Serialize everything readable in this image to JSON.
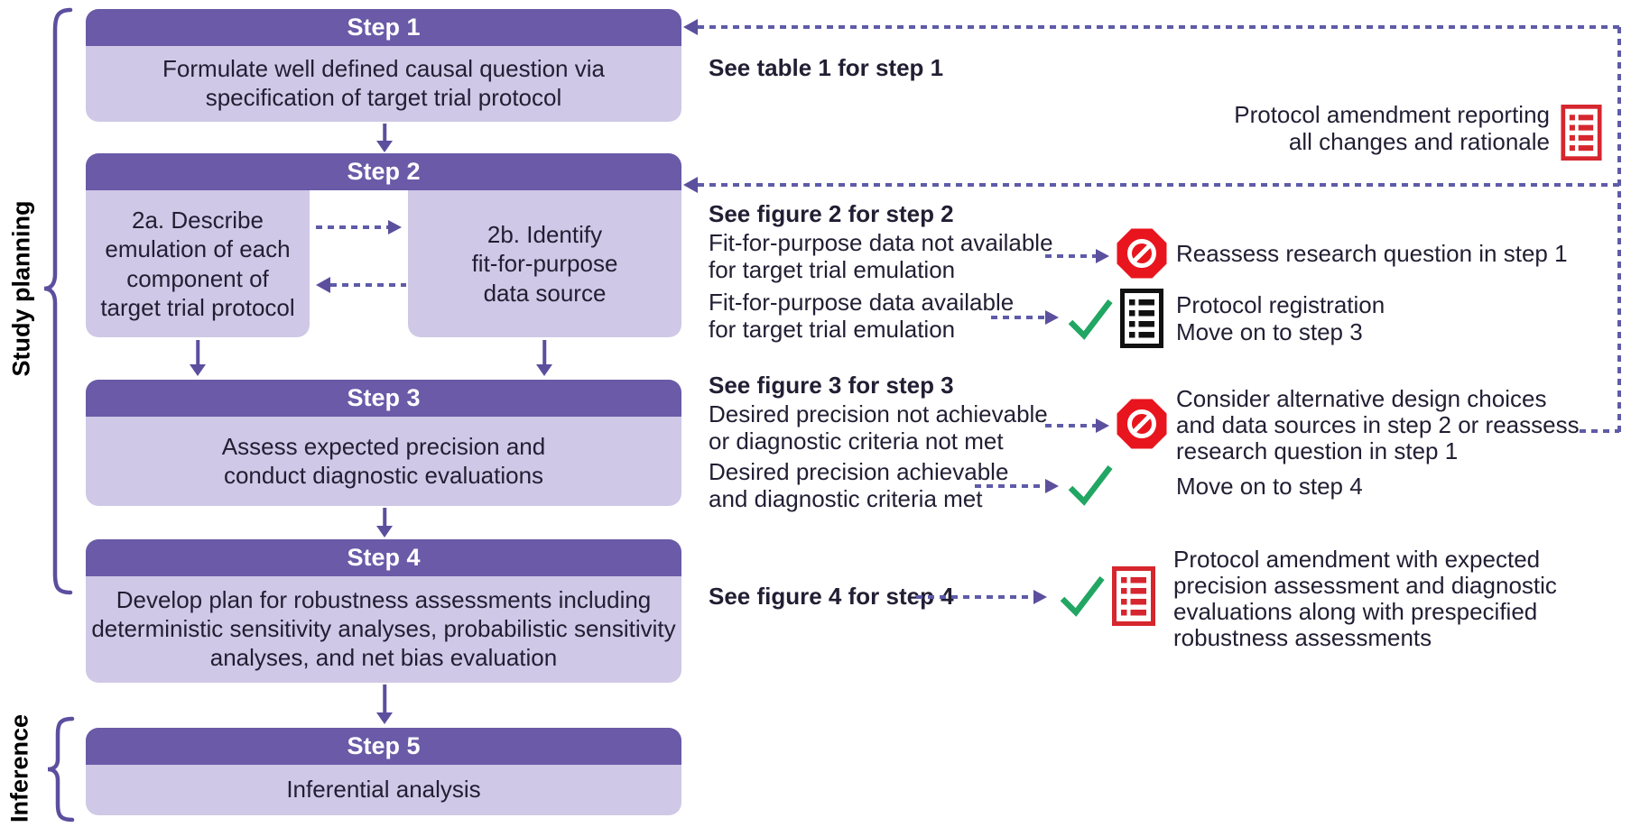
{
  "labels": {
    "planning": "Study planning",
    "inference": "Inference"
  },
  "steps": {
    "s1": {
      "title": "Step 1",
      "body": "Formulate well defined causal question via\nspecification of target trial protocol"
    },
    "s2": {
      "title": "Step 2",
      "a": "2a. Describe\nemulation of each\ncomponent of\ntarget trial protocol",
      "b": "2b. Identify\nfit-for-purpose\ndata source"
    },
    "s3": {
      "title": "Step 3",
      "body": "Assess expected precision and\nconduct diagnostic evaluations"
    },
    "s4": {
      "title": "Step 4",
      "body": "Develop plan for robustness assessments including\ndeterministic sensitivity analyses, probabilistic sensitivity\nanalyses, and net bias evaluation"
    },
    "s5": {
      "title": "Step 5",
      "body": "Inferential analysis"
    }
  },
  "annotations": {
    "step1_ref": "See table 1 for step 1",
    "protocol_amendment_top": "Protocol amendment reporting\nall changes and rationale",
    "step2_ref": "See figure 2 for step 2",
    "step2_fail": "Fit-for-purpose data not available\nfor target trial emulation",
    "step2_fail_outcome": "Reassess research question in step 1",
    "step2_pass": "Fit-for-purpose data available\nfor target trial emulation",
    "step2_pass_outcome": "Protocol registration\nMove on to step 3",
    "step3_ref": "See figure 3 for step 3",
    "step3_fail": "Desired precision not achievable\nor diagnostic criteria not met",
    "step3_fail_outcome": "Consider alternative design choices\nand data sources in step 2 or reassess\nresearch question in step 1",
    "step3_pass": "Desired precision achievable\nand diagnostic criteria met",
    "step3_pass_outcome": "Move on to step 4",
    "step4_ref": "See figure 4 for step 4",
    "step4_outcome": "Protocol amendment with expected\nprecision assessment and diagnostic\nevaluations along with prespecified\nrobustness assessments"
  },
  "icons": {
    "prohibition": "stop-prohibition-icon",
    "checkmark": "green-checkmark-icon",
    "protocol_document_black": "protocol-document-list-icon",
    "protocol_document_red": "amendment-document-list-icon"
  },
  "colors": {
    "header_purple": "#6a5aa7",
    "body_light_purple": "#cfc8e6",
    "arrow_purple": "#5b4f9e",
    "dotted_purple": "#5e5ba8",
    "stop_red": "#e8151e",
    "doc_red": "#d6262e",
    "check_green": "#21a663",
    "text_dark": "#221e33"
  }
}
